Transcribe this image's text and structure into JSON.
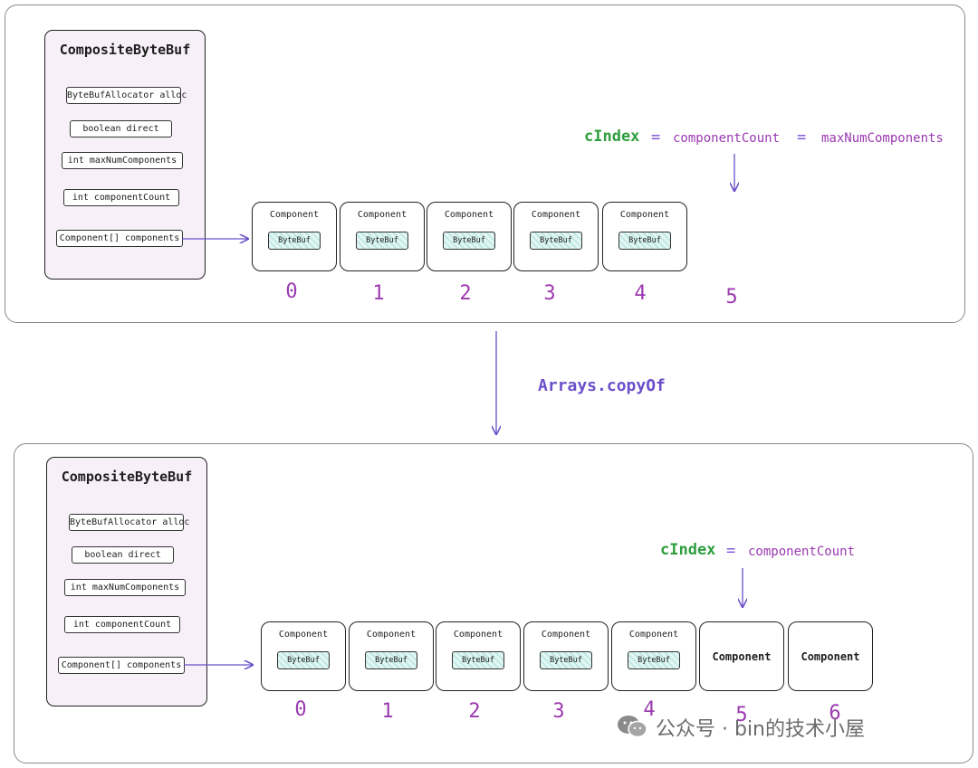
{
  "top": {
    "struct": {
      "title": "CompositeByteBuf",
      "fields": [
        "ByteBufAllocator alloc",
        "boolean direct",
        "int maxNumComponents",
        "int componentCount",
        "Component[] components"
      ]
    },
    "components": [
      {
        "label": "Component",
        "inner": "ByteBuf"
      },
      {
        "label": "Component",
        "inner": "ByteBuf"
      },
      {
        "label": "Component",
        "inner": "ByteBuf"
      },
      {
        "label": "Component",
        "inner": "ByteBuf"
      },
      {
        "label": "Component",
        "inner": "ByteBuf"
      }
    ],
    "indices": [
      "0",
      "1",
      "2",
      "3",
      "4",
      "5"
    ],
    "equation": {
      "var": "cIndex",
      "op1": "=",
      "term1": "componentCount",
      "op2": "=",
      "term2": "maxNumComponents"
    }
  },
  "transition": {
    "label": "Arrays.copyOf"
  },
  "bottom": {
    "struct": {
      "title": "CompositeByteBuf",
      "fields": [
        "ByteBufAllocator alloc",
        "boolean direct",
        "int maxNumComponents",
        "int componentCount",
        "Component[] components"
      ]
    },
    "components": [
      {
        "label": "Component",
        "inner": "ByteBuf"
      },
      {
        "label": "Component",
        "inner": "ByteBuf"
      },
      {
        "label": "Component",
        "inner": "ByteBuf"
      },
      {
        "label": "Component",
        "inner": "ByteBuf"
      },
      {
        "label": "Component",
        "inner": "ByteBuf"
      }
    ],
    "empty_components": [
      "Component",
      "Component"
    ],
    "indices": [
      "0",
      "1",
      "2",
      "3",
      "4",
      "5",
      "6"
    ],
    "equation": {
      "var": "cIndex",
      "op1": "=",
      "term1": "componentCount"
    }
  },
  "watermark": {
    "text": "公众号 · bin的技术小屋",
    "icon": "wechat-icon"
  },
  "colors": {
    "green": "#2e9e3e",
    "purple": "#9b3ab0",
    "arrow": "#6a4fc9",
    "struct_fill": "#f7f0f9",
    "bytebuf_fill": "#bfe8e2"
  }
}
